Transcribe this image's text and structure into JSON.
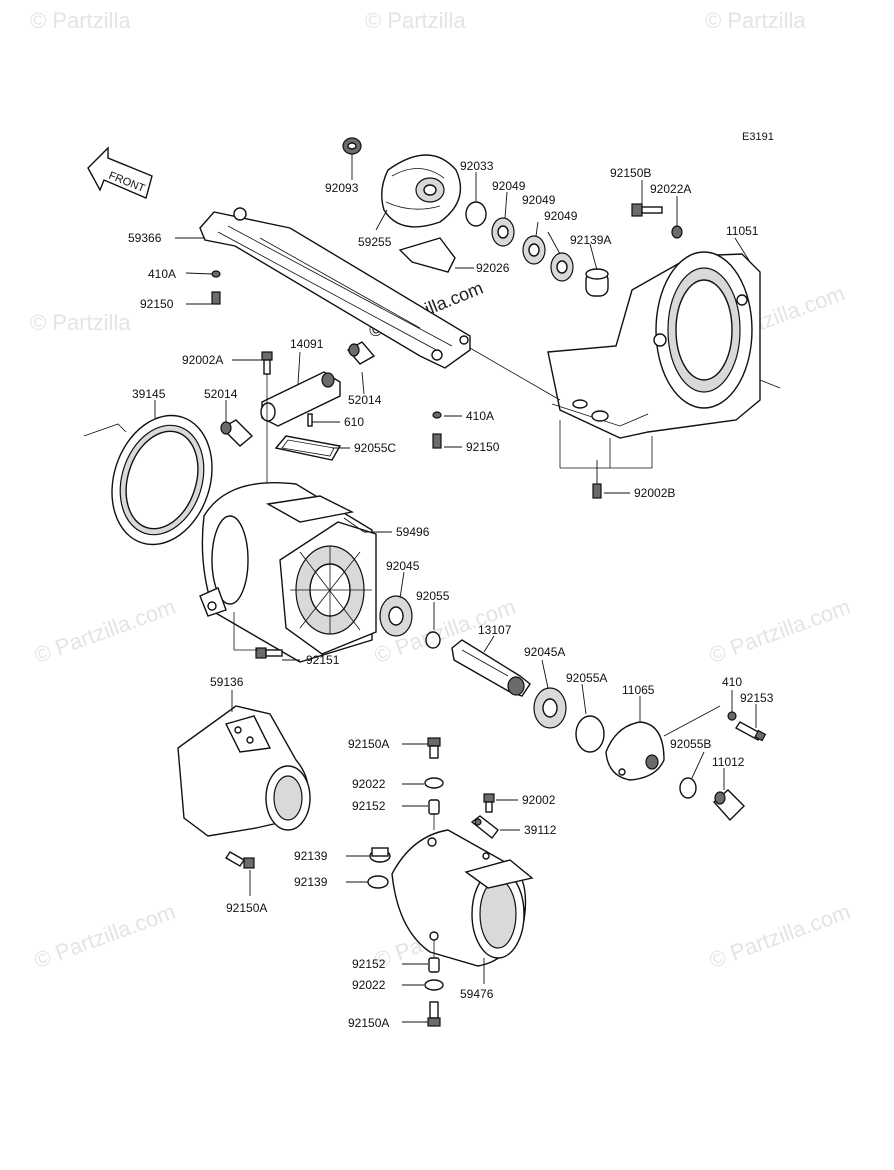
{
  "figure_code": "E3191",
  "front_label": "FRONT",
  "watermark_corner": "© Partzilla",
  "watermark_center": "© Partzilla.com",
  "part_labels": {
    "p92093": "92093",
    "p92033": "92033",
    "p92049a": "92049",
    "p92049b": "92049",
    "p92049c": "92049",
    "p92150B": "92150B",
    "p92022A": "92022A",
    "p11051": "11051",
    "p59366": "59366",
    "p59255": "59255",
    "p92139A": "92139A",
    "p92026": "92026",
    "p410A_top": "410A",
    "p92150_top": "92150",
    "p92002A": "92002A",
    "p14091": "14091",
    "p39145": "39145",
    "p52014_left": "52014",
    "p52014_right": "52014",
    "p610": "610",
    "p410A_mid": "410A",
    "p92055C": "92055C",
    "p92150_mid": "92150",
    "p92002B": "92002B",
    "p59496": "59496",
    "p92045": "92045",
    "p92055": "92055",
    "p13107": "13107",
    "p92045A": "92045A",
    "p92055A": "92055A",
    "p11065": "11065",
    "p410": "410",
    "p92153": "92153",
    "p92151": "92151",
    "p59136": "59136",
    "p92150A_a": "92150A",
    "p92022_a": "92022",
    "p92152_a": "92152",
    "p92002": "92002",
    "p39112": "39112",
    "p92055B": "92055B",
    "p11012": "11012",
    "p92139_a": "92139",
    "p92139_b": "92139",
    "p92150A_b": "92150A",
    "p92152_b": "92152",
    "p92022_b": "92022",
    "p59476": "59476",
    "p92150A_c": "92150A"
  }
}
